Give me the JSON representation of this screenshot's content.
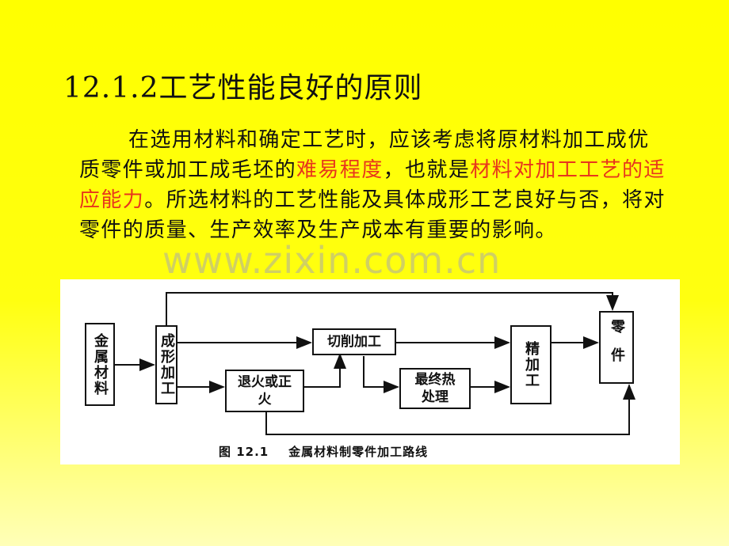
{
  "slide": {
    "title": "12.1.2工艺性能良好的原则",
    "paragraph": {
      "part1": "在选用材料和确定工艺时，应该考虑将原材料加工成优质零件或加工成毛坯的",
      "highlight1": "难易程度",
      "part2": "，也就是",
      "highlight2": "材料对加工工艺的适应能力",
      "part3": "。所选材料的工艺性能及具体成形工艺良好与否，将对零件的质量、生产效率及生产成本有重要的影响。"
    },
    "watermark": "www.zixin.com.cn",
    "highlight_color": "#e8361c"
  },
  "figure": {
    "caption_num": "图 12.1",
    "caption_text": "金属材料制零件加工路线",
    "nodes": {
      "metal": "金属材料",
      "forming": "成形加工",
      "anneal": "退火或正火",
      "cutting": "切削加工",
      "final_heat": "最终热处理",
      "finish": "精加工",
      "part": "零件"
    }
  }
}
